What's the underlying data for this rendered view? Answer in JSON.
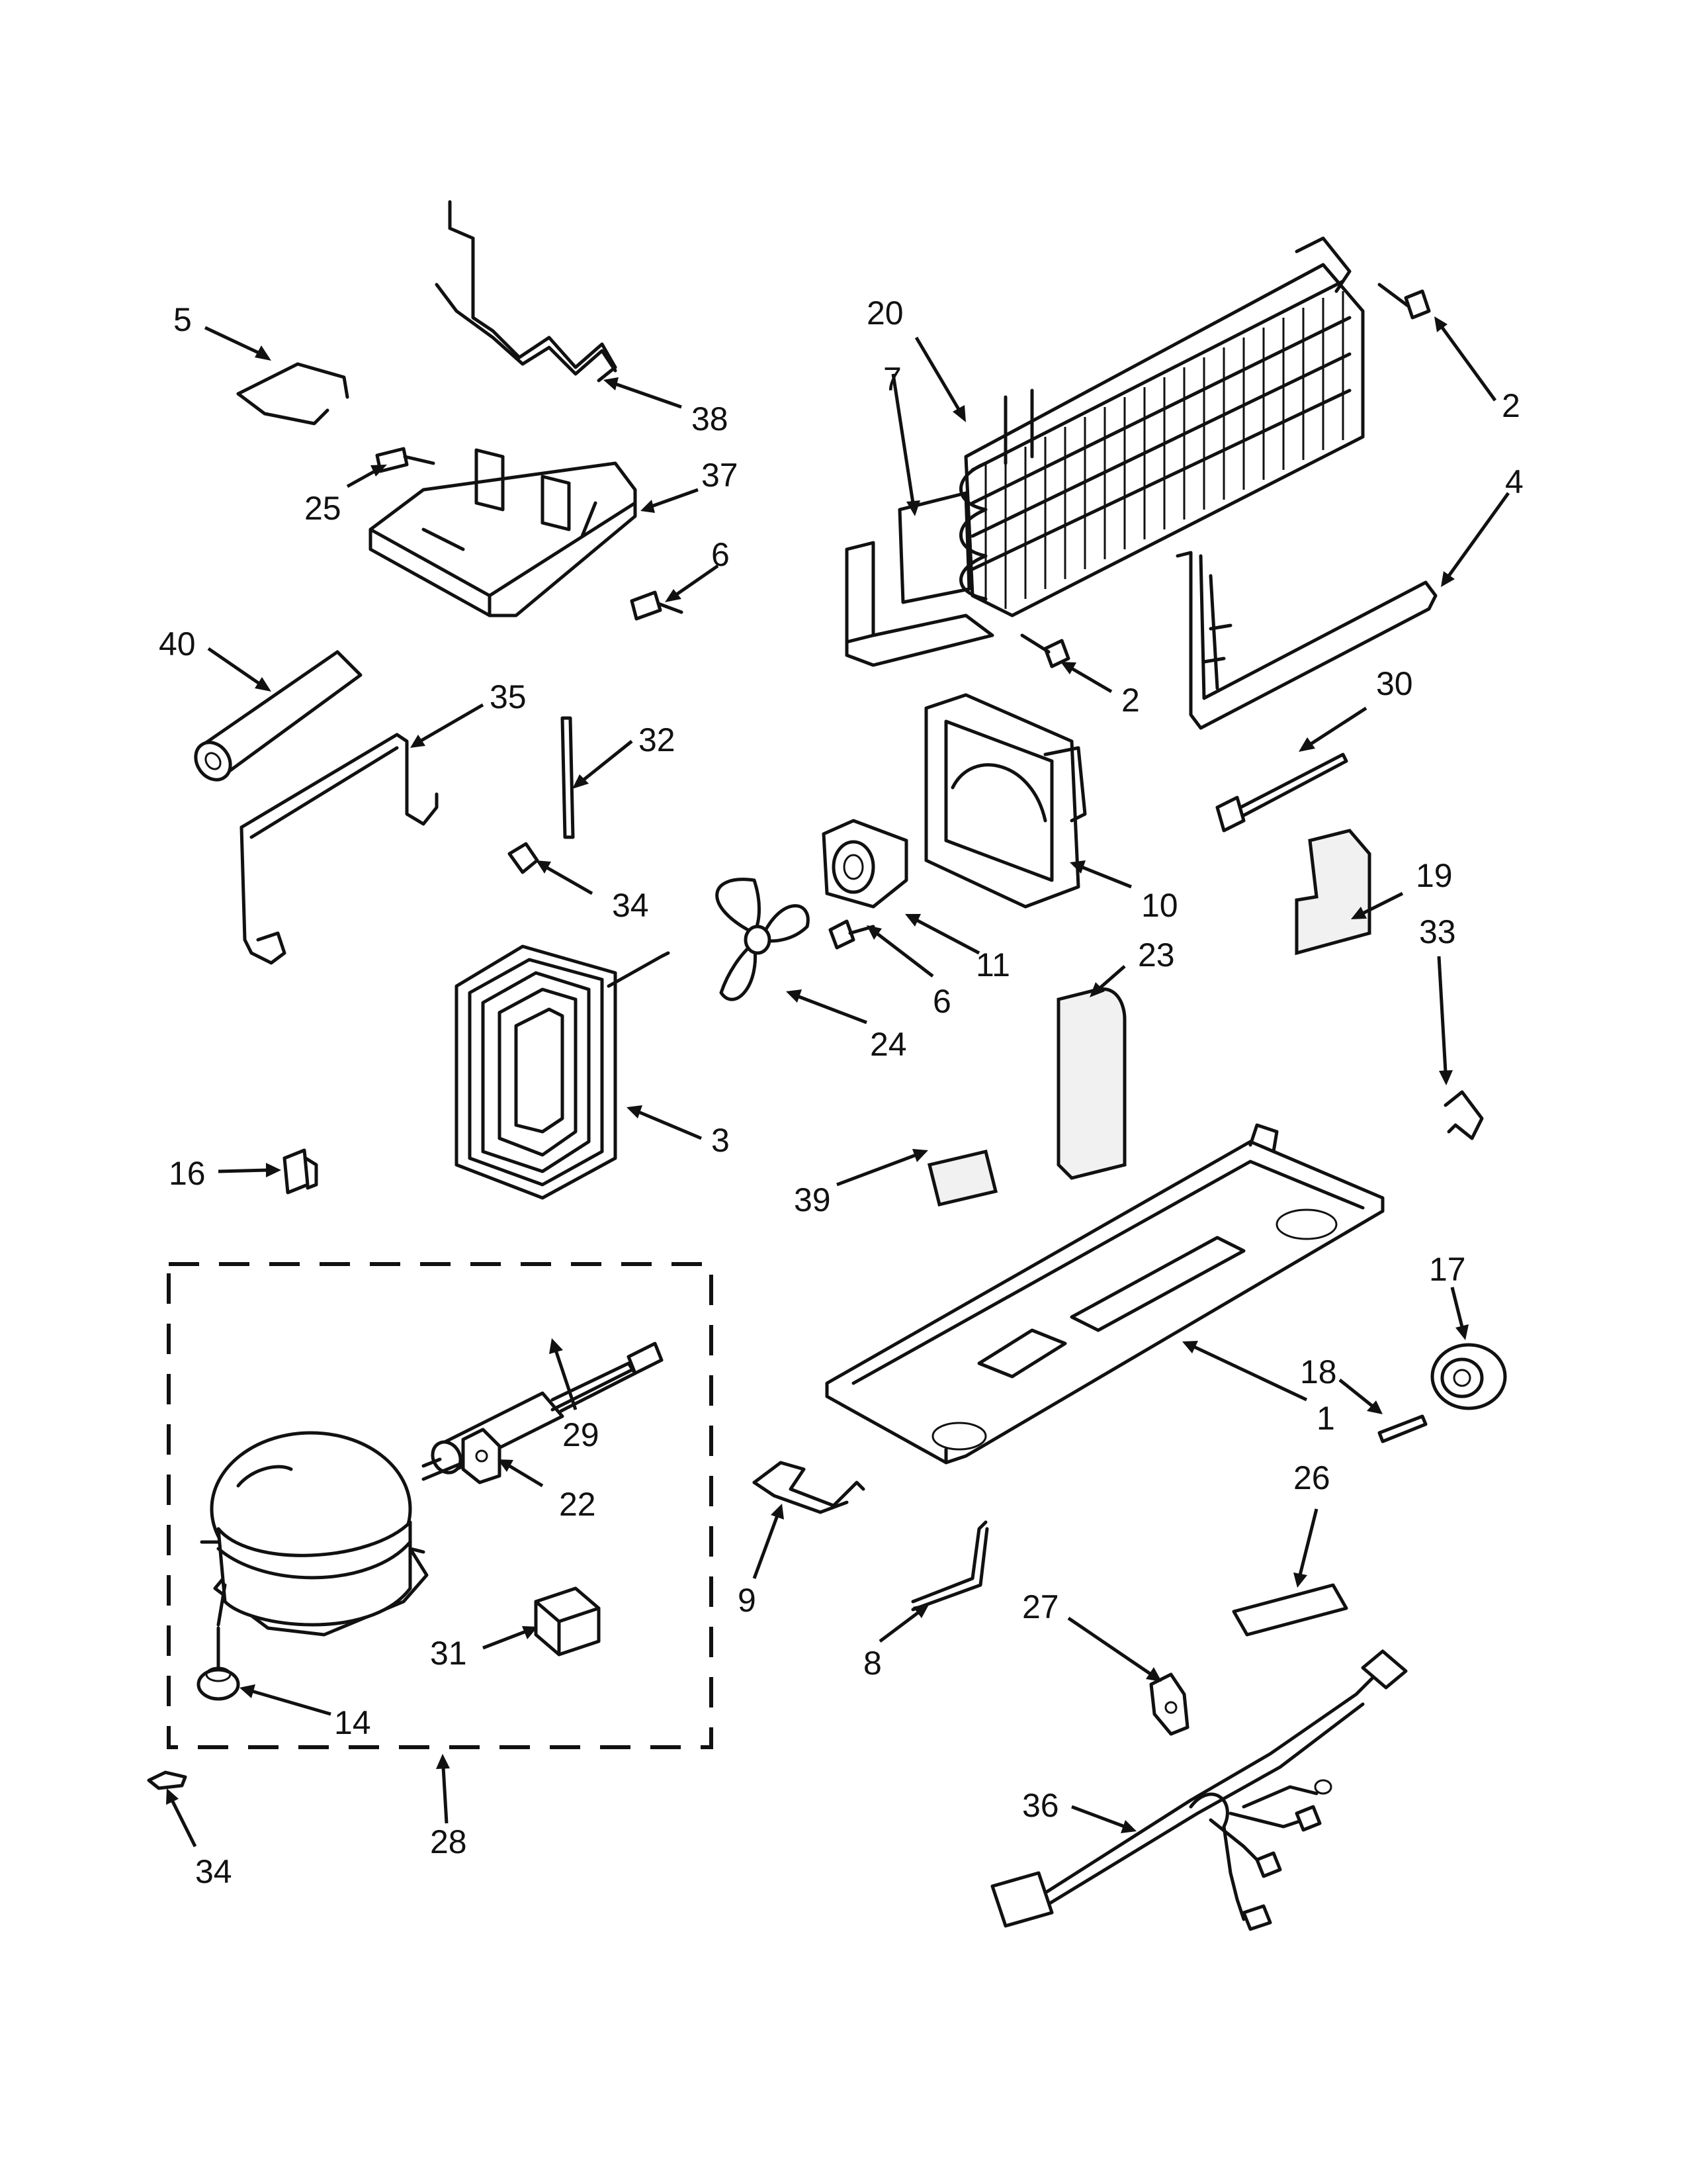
{
  "callouts": [
    {
      "id": "5",
      "text": "5"
    },
    {
      "id": "38",
      "text": "38"
    },
    {
      "id": "25",
      "text": "25"
    },
    {
      "id": "37",
      "text": "37"
    },
    {
      "id": "6a",
      "text": "6"
    },
    {
      "id": "40",
      "text": "40"
    },
    {
      "id": "35",
      "text": "35"
    },
    {
      "id": "32",
      "text": "32"
    },
    {
      "id": "34a",
      "text": "34"
    },
    {
      "id": "20",
      "text": "20"
    },
    {
      "id": "7",
      "text": "7"
    },
    {
      "id": "2a",
      "text": "2"
    },
    {
      "id": "4",
      "text": "4"
    },
    {
      "id": "2b",
      "text": "2"
    },
    {
      "id": "30",
      "text": "30"
    },
    {
      "id": "10",
      "text": "10"
    },
    {
      "id": "11",
      "text": "11"
    },
    {
      "id": "6b",
      "text": "6"
    },
    {
      "id": "24",
      "text": "24"
    },
    {
      "id": "23",
      "text": "23"
    },
    {
      "id": "19",
      "text": "19"
    },
    {
      "id": "33",
      "text": "33"
    },
    {
      "id": "3",
      "text": "3"
    },
    {
      "id": "16",
      "text": "16"
    },
    {
      "id": "39",
      "text": "39"
    },
    {
      "id": "17",
      "text": "17"
    },
    {
      "id": "18",
      "text": "18"
    },
    {
      "id": "1",
      "text": "1"
    },
    {
      "id": "26",
      "text": "26"
    },
    {
      "id": "29",
      "text": "29"
    },
    {
      "id": "22",
      "text": "22"
    },
    {
      "id": "9",
      "text": "9"
    },
    {
      "id": "31",
      "text": "31"
    },
    {
      "id": "14",
      "text": "14"
    },
    {
      "id": "8",
      "text": "8"
    },
    {
      "id": "27",
      "text": "27"
    },
    {
      "id": "28",
      "text": "28"
    },
    {
      "id": "34b",
      "text": "34"
    },
    {
      "id": "36",
      "text": "36"
    }
  ]
}
